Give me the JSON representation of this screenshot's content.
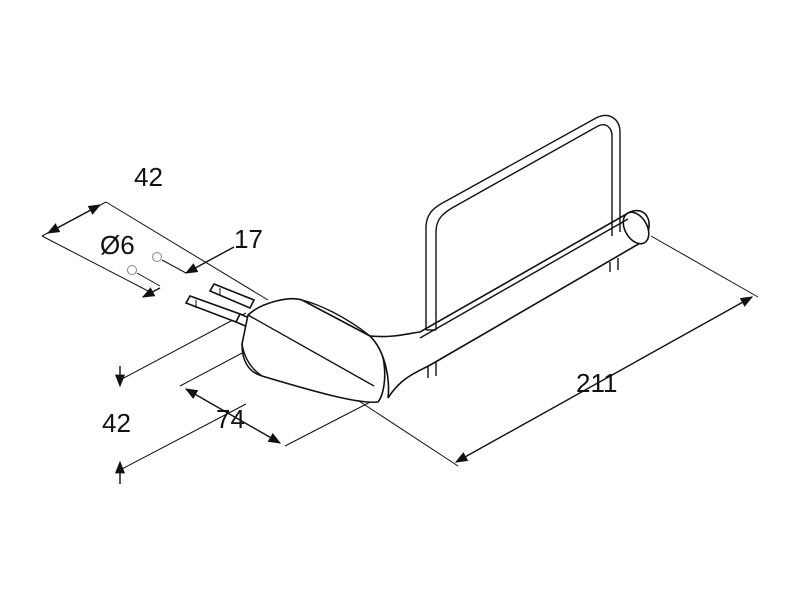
{
  "dimensions": {
    "top_depth": "42",
    "diameter": "Ø6",
    "offset": "17",
    "height": "42",
    "base_length": "74",
    "total_length": "211"
  }
}
